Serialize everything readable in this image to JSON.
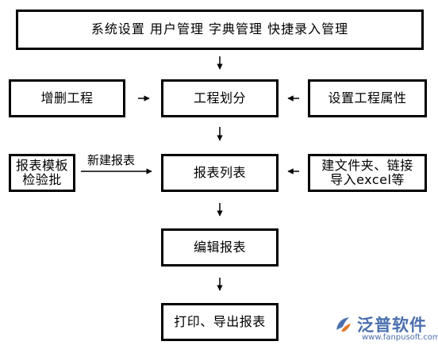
{
  "nodes": {
    "top": "系统设置   用户管理   字典管理   快捷录入管理",
    "add_delete_project": "增删工程",
    "project_division": "工程划分",
    "set_project_attributes": "设置工程属性",
    "template_check": [
      "报表模板",
      "检验批"
    ],
    "report_list": "报表列表",
    "create_import": [
      "建文件夹、链接",
      "导入excel等"
    ],
    "edit_report": "编辑报表",
    "print_export": "打印、导出报表"
  },
  "edges": {
    "new_report": "新建报表"
  },
  "watermark": {
    "brand": "泛普软件",
    "url": "www.fanpusoft.com",
    "colors": {
      "primary": "#4a6fae",
      "accent": "#e07a2c"
    }
  },
  "colors": {
    "border": "#000000",
    "arrow": "#000000",
    "background": "#ffffff"
  }
}
